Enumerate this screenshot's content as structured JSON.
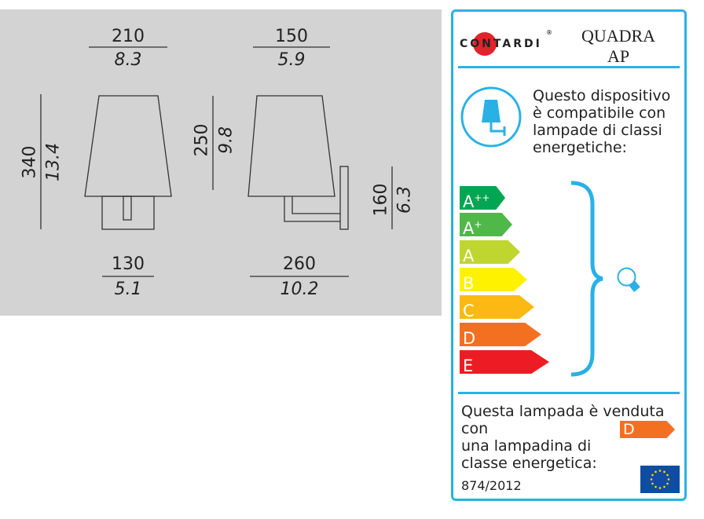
{
  "dimensions": {
    "front_width": {
      "mm": "210",
      "in": "8.3"
    },
    "side_width": {
      "mm": "150",
      "in": "5.9"
    },
    "total_height": {
      "mm": "340",
      "in": "13.4"
    },
    "shade_height": {
      "mm": "250",
      "in": "9.8"
    },
    "bracket_height": {
      "mm": "160",
      "in": "6.3"
    },
    "base_width": {
      "mm": "130",
      "in": "5.1"
    },
    "depth": {
      "mm": "260",
      "in": "10.2"
    }
  },
  "label": {
    "brand": "CONTARDI",
    "registered": "®",
    "product_line1": "QUADRA",
    "product_line2": "AP",
    "compat_text": [
      "Questo dispositivo",
      "è compatibile con",
      "lampade di classi",
      "energetiche:"
    ],
    "classes": [
      {
        "name": "A",
        "sup": "++",
        "color": "#00a651"
      },
      {
        "name": "A",
        "sup": "+",
        "color": "#50b848"
      },
      {
        "name": "A",
        "sup": "",
        "color": "#bfd630"
      },
      {
        "name": "B",
        "sup": "",
        "color": "#fff200"
      },
      {
        "name": "C",
        "sup": "",
        "color": "#fdb913"
      },
      {
        "name": "D",
        "sup": "",
        "color": "#f37021"
      },
      {
        "name": "E",
        "sup": "",
        "color": "#ed1c24"
      }
    ],
    "sold_text": [
      "Questa lampada è venduta con",
      "una lampadina di",
      "classe energetica:"
    ],
    "sold_class": "D",
    "sold_class_color": "#f37021",
    "regulation": "874/2012",
    "accent": "#29b1e6"
  }
}
